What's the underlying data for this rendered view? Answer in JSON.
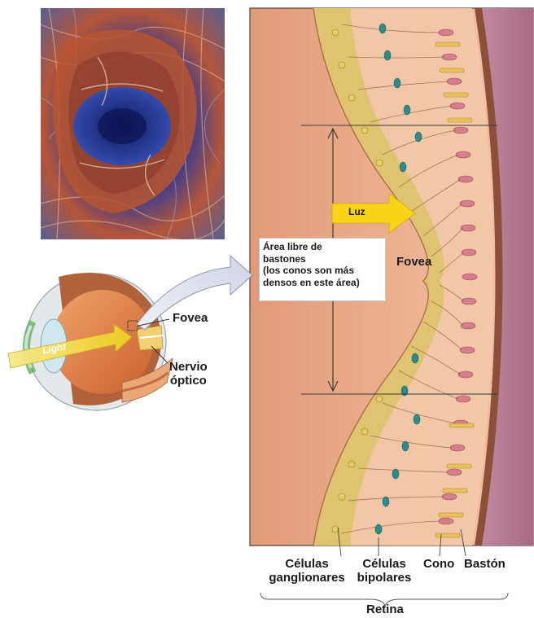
{
  "figure": {
    "light_arrow_label": "Luz",
    "fovea_label_main": "Fovea",
    "note_line1": "Área libre de",
    "note_line2": "bastones",
    "note_line3": "(los conos son más",
    "note_line4": "densos en este área)",
    "eye_light_label": "Light",
    "eye_fovea_label": "Fovea",
    "optic_nerve_line1": "Nervio",
    "optic_nerve_line2": "óptico",
    "ganglion_line1": "Células",
    "ganglion_line2": "ganglionares",
    "bipolar_line1": "Células",
    "bipolar_line2": "bipolares",
    "cone_label": "Cono",
    "rod_label": "Bastón",
    "retina_label": "Retina"
  },
  "colors": {
    "retina_background": "#e8a583",
    "pigment_epithelium": "#b77a8f",
    "choroid_band": "#8c4f3a",
    "light_arrow": "#f7d417",
    "bipolar_cells": "#2f8a8a",
    "ganglion_layer": "#d9c25e"
  }
}
